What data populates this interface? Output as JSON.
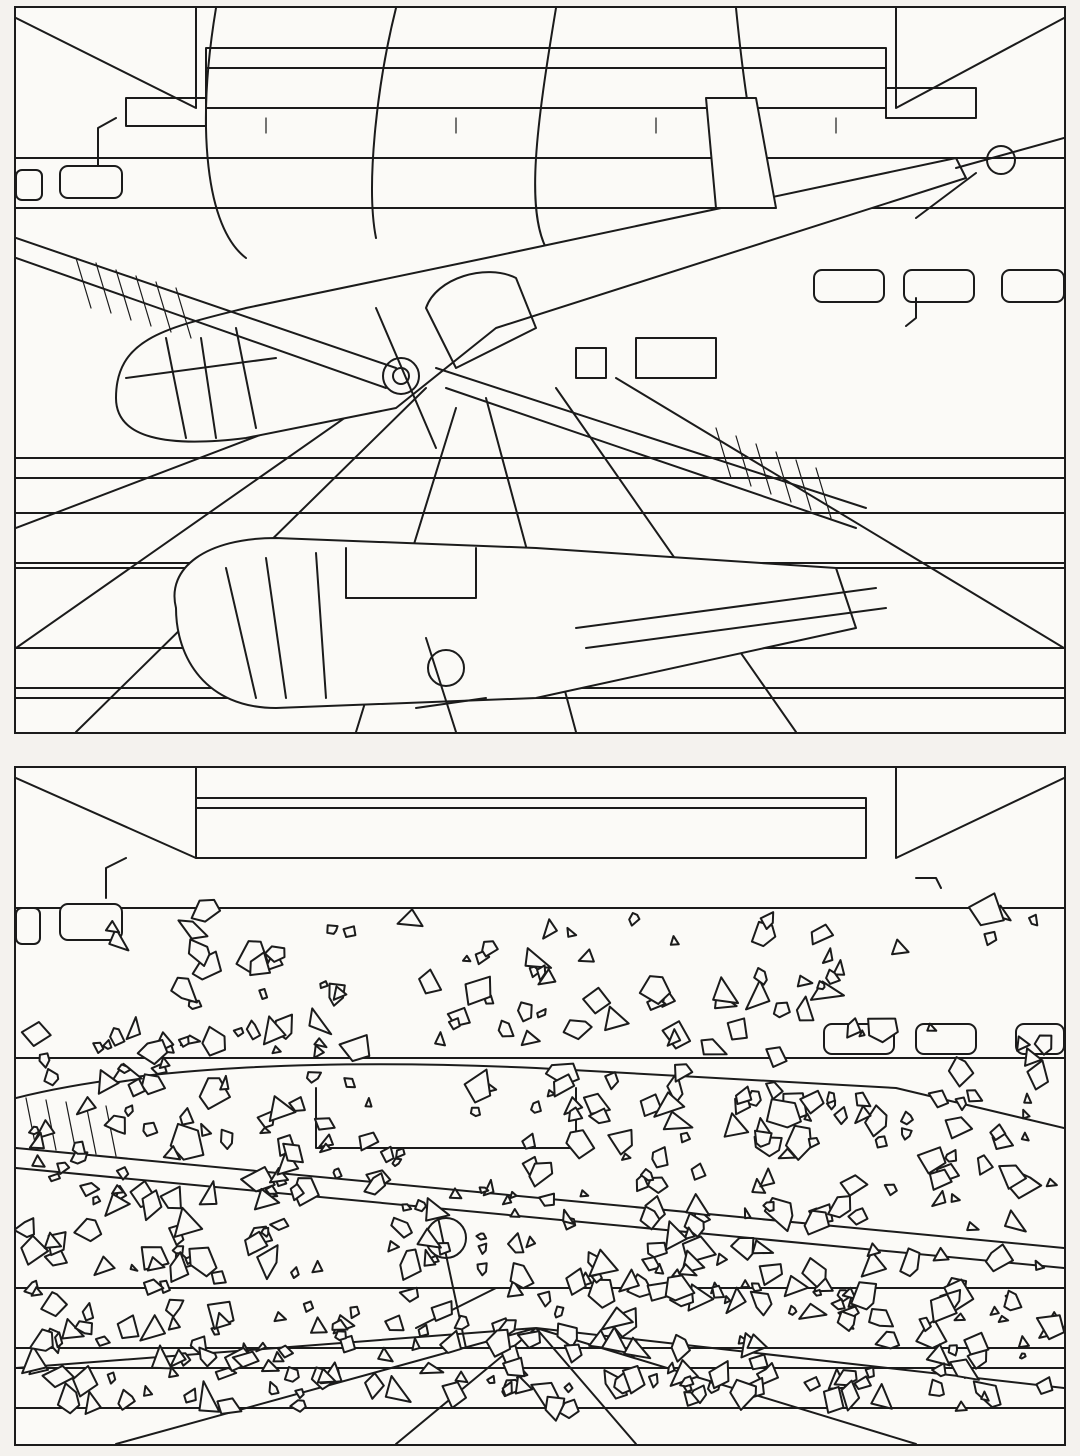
{
  "page": {
    "panels": [
      {
        "id": "top",
        "scene": "helicopter-falling"
      },
      {
        "id": "bottom",
        "scene": "helicopter-crash-debris"
      }
    ]
  },
  "colors": {
    "ink": "#1b1b1b",
    "paper": "#fbfaf7",
    "background": "#f4f2ee"
  }
}
